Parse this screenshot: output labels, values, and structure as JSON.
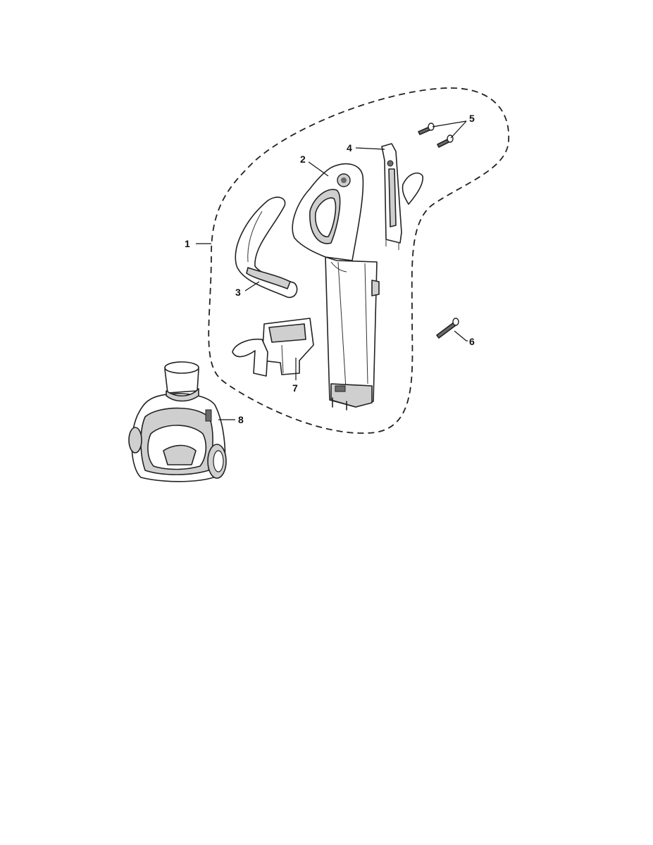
{
  "colors": {
    "ink": "#222222",
    "part_fill": "#ffffff",
    "shade_fill": "#cfcfcf",
    "dark_fill": "#6a6a6a",
    "background": "#ffffff"
  },
  "callouts": {
    "c1": "1",
    "c2": "2",
    "c3": "3",
    "c4": "4",
    "c5": "5",
    "c6": "6",
    "c7": "7",
    "c8": "8"
  },
  "parts": [
    {
      "callout": "1",
      "icon": "dashed-assembly-boundary"
    },
    {
      "callout": "2",
      "icon": "handle-tube-body"
    },
    {
      "callout": "3",
      "icon": "curved-trigger-lever"
    },
    {
      "callout": "4",
      "icon": "slide-latch-bracket"
    },
    {
      "callout": "5",
      "icon": "short-screw-pair"
    },
    {
      "callout": "6",
      "icon": "long-screw"
    },
    {
      "callout": "7",
      "icon": "hose-clip"
    },
    {
      "callout": "8",
      "icon": "turbo-brush-nozzle"
    }
  ]
}
